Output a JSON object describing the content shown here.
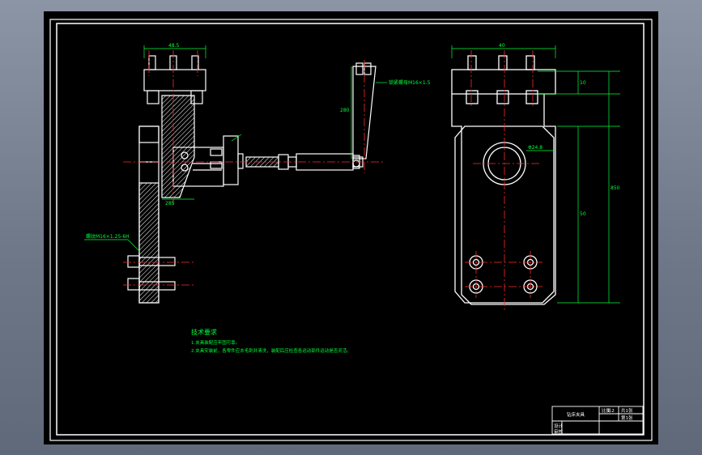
{
  "colors": {
    "background": "#000000",
    "frame": "#ffffff",
    "outline": "#ffffff",
    "hatch": "#ffffff",
    "dimension": "#00ff3c",
    "centerline": "#ff2a2a",
    "note_text": "#00ff3c"
  },
  "drawing": {
    "dim_labels": {
      "left_top_width": "48.5",
      "left_base_height": "285",
      "arm_height": "280",
      "right_top_width": "40",
      "right_side_top": "10",
      "right_side_total": "850",
      "right_side_lower": "50",
      "right_bore": "Φ24.8"
    },
    "leaders": {
      "left_note": "螺纹M16×1.25-6H",
      "arm_note": "锁紧螺母M16×1.5"
    }
  },
  "notes": {
    "heading": "技术要求",
    "line1": "1.夹具装配应牢固可靠。",
    "line2": "2.夹具安装前，各零件应去毛刺并清洗，装配后应检查各运动部件运动是否灵活。"
  },
  "title_block": {
    "drawing_name": "钻床夹具",
    "drawn_label": "设计",
    "checked_label": "审核",
    "scale_label": "比例",
    "scale_value": "1:2",
    "sheet_label": "共1张",
    "sheet_value": "第1张"
  }
}
